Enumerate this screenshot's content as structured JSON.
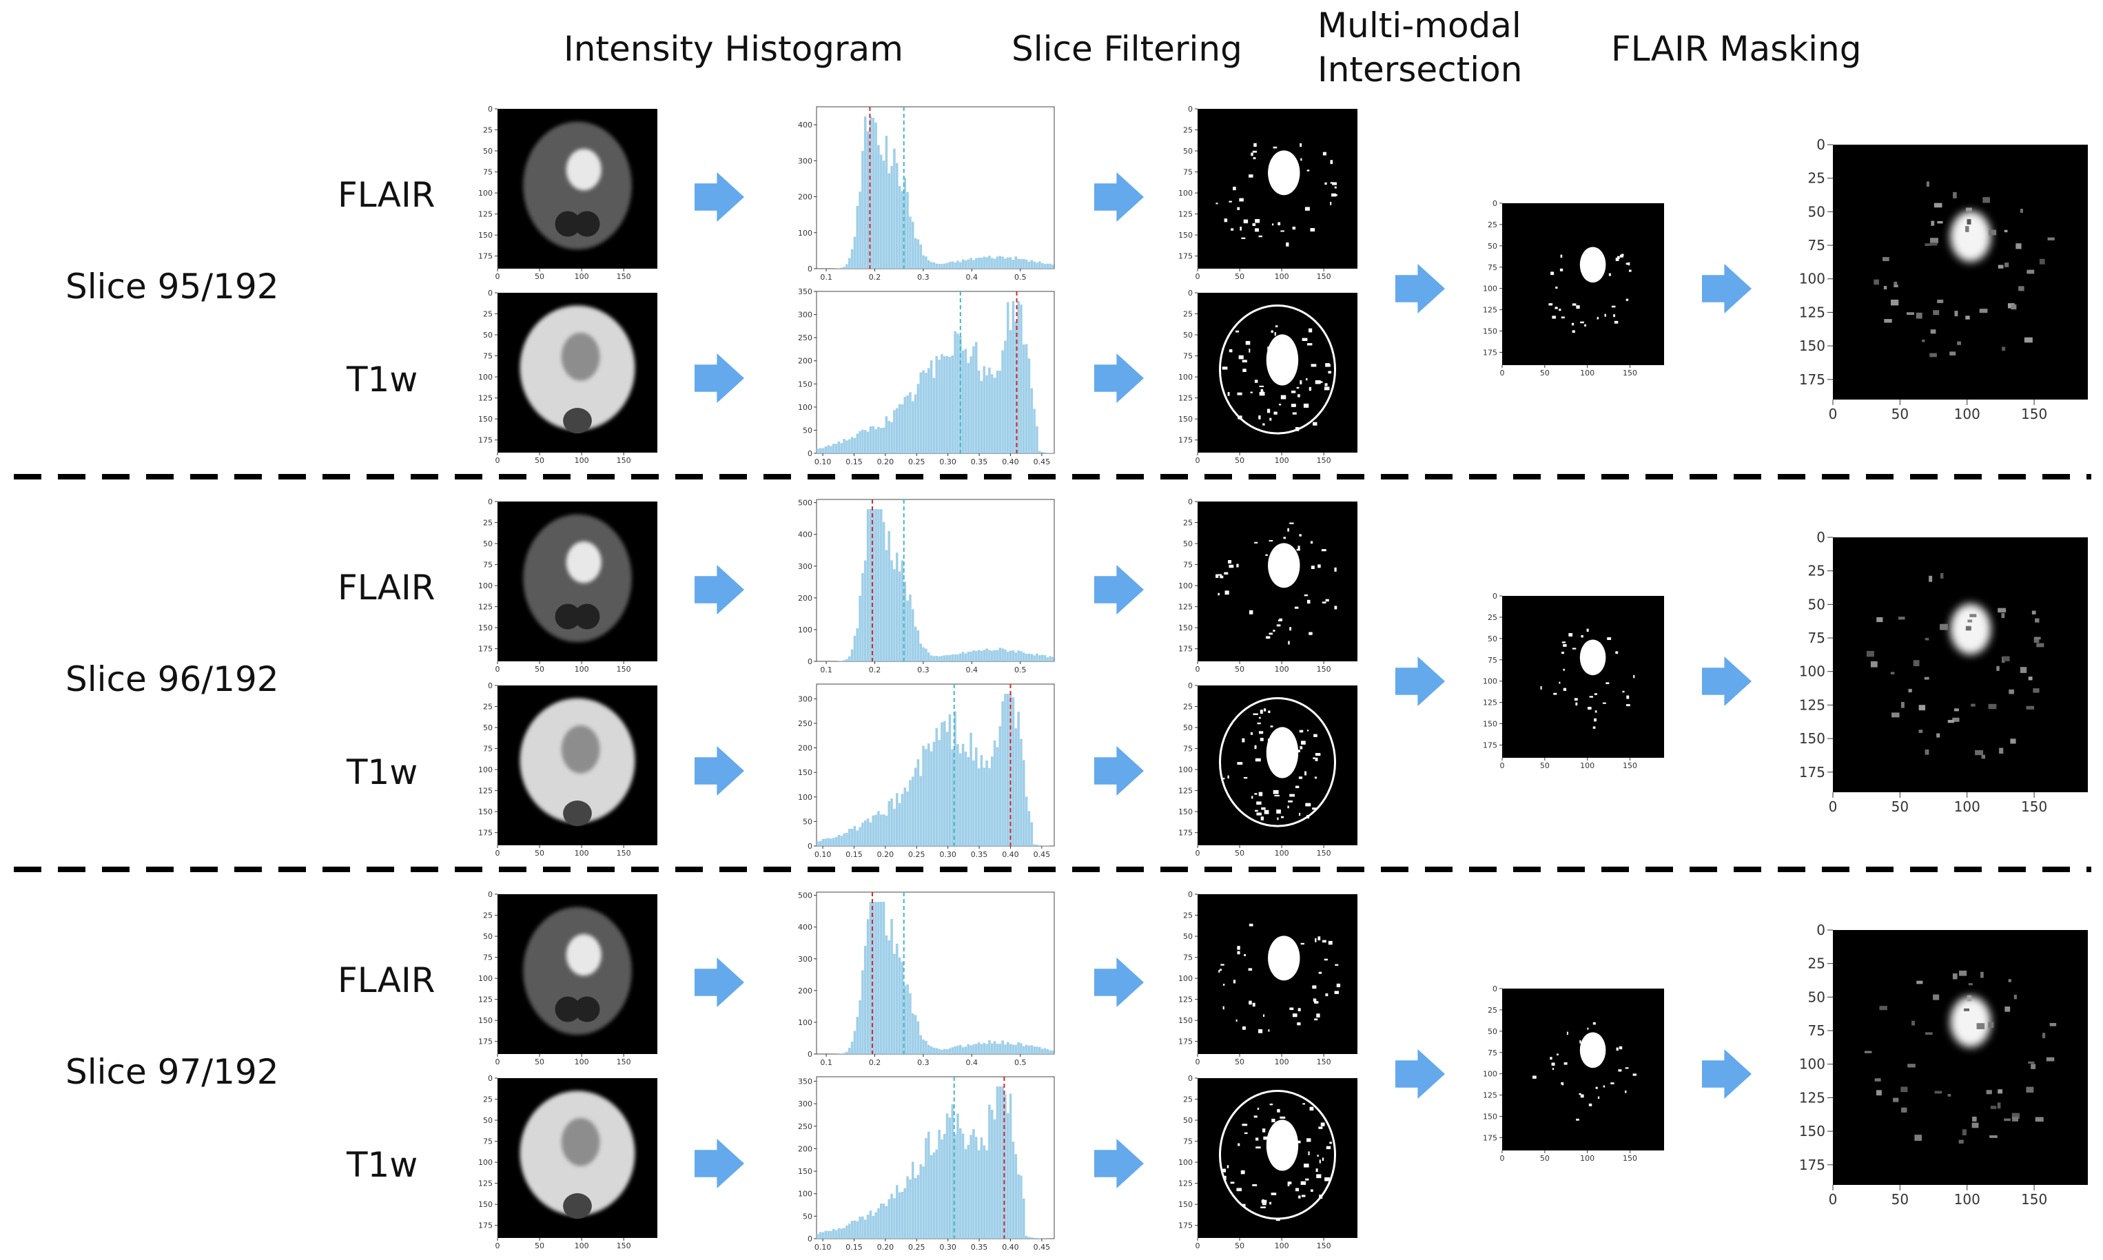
{
  "headers": {
    "histogram": "Intensity Histogram",
    "filtering": "Slice Filtering",
    "intersection_1": "Multi-modal",
    "intersection_2": "Intersection",
    "masking": "FLAIR Masking"
  },
  "modalities": [
    "FLAIR",
    "T1w"
  ],
  "slices": [
    {
      "label": "Slice 95/192",
      "flair_hist": {
        "yticks": [
          "0",
          "100",
          "200",
          "300",
          "400"
        ],
        "ymax": 450,
        "xticks": [
          "0.1",
          "0.2",
          "0.3",
          "0.4",
          "0.5"
        ],
        "xmin": 0.08,
        "xmax": 0.57,
        "red": 0.19,
        "cyan": 0.26
      },
      "t1_hist": {
        "yticks": [
          "0",
          "50",
          "100",
          "150",
          "200",
          "250",
          "300",
          "350"
        ],
        "ymax": 350,
        "xticks": [
          "0.10",
          "0.15",
          "0.20",
          "0.25",
          "0.30",
          "0.35",
          "0.40",
          "0.45"
        ],
        "xmin": 0.09,
        "xmax": 0.47,
        "red": 0.41,
        "cyan": 0.32
      }
    },
    {
      "label": "Slice 96/192",
      "flair_hist": {
        "yticks": [
          "0",
          "100",
          "200",
          "300",
          "400",
          "500"
        ],
        "ymax": 510,
        "xticks": [
          "0.1",
          "0.2",
          "0.3",
          "0.4",
          "0.5"
        ],
        "xmin": 0.08,
        "xmax": 0.57,
        "red": 0.195,
        "cyan": 0.26
      },
      "t1_hist": {
        "yticks": [
          "0",
          "50",
          "100",
          "150",
          "200",
          "250",
          "300"
        ],
        "ymax": 330,
        "xticks": [
          "0.10",
          "0.15",
          "0.20",
          "0.25",
          "0.30",
          "0.35",
          "0.40",
          "0.45"
        ],
        "xmin": 0.09,
        "xmax": 0.47,
        "red": 0.4,
        "cyan": 0.31
      }
    },
    {
      "label": "Slice 97/192",
      "flair_hist": {
        "yticks": [
          "0",
          "100",
          "200",
          "300",
          "400",
          "500"
        ],
        "ymax": 510,
        "xticks": [
          "0.1",
          "0.2",
          "0.3",
          "0.4",
          "0.5"
        ],
        "xmin": 0.08,
        "xmax": 0.57,
        "red": 0.195,
        "cyan": 0.26
      },
      "t1_hist": {
        "yticks": [
          "0",
          "50",
          "100",
          "150",
          "200",
          "250",
          "300",
          "350"
        ],
        "ymax": 360,
        "xticks": [
          "0.10",
          "0.15",
          "0.20",
          "0.25",
          "0.30",
          "0.35",
          "0.40",
          "0.45"
        ],
        "xmin": 0.09,
        "xmax": 0.47,
        "red": 0.39,
        "cyan": 0.31
      }
    }
  ],
  "image_axis_ticks": [
    "0",
    "25",
    "50",
    "75",
    "100",
    "125",
    "150",
    "175"
  ],
  "image_axis_xticks": [
    "0",
    "50",
    "100",
    "150"
  ],
  "colors": {
    "bar": "#9fcfe9",
    "arrow": "#63a9ec",
    "red_line": "#d62728",
    "cyan_line": "#42b7c8",
    "divider": "#000000"
  }
}
